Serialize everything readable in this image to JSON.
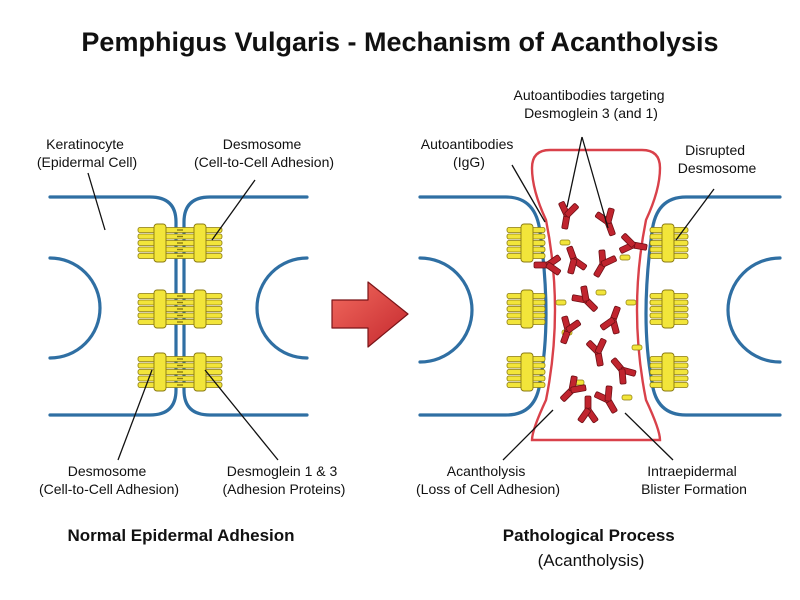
{
  "title": "Pemphigus Vulgaris - Mechanism of Acantholysis",
  "normal": {
    "keratinocyte": [
      "Keratinocyte",
      "(Epidermal Cell)"
    ],
    "desmosome_top": [
      "Desmosome",
      "(Cell-to-Cell Adhesion)"
    ],
    "desmosome_bottom": [
      "Desmosome",
      "(Cell-to-Cell Adhesion)"
    ],
    "desmoglein": [
      "Desmoglein 1 & 3",
      "(Adhesion Proteins)"
    ],
    "caption": "Normal Epidermal Adhesion"
  },
  "pathological": {
    "autoantibodies_targeting": [
      "Autoantibodies targeting",
      "Desmoglein 3 (and 1)"
    ],
    "autoantibodies": [
      "Autoantibodies",
      "(IgG)"
    ],
    "disrupted": [
      "Disrupted",
      "Desmosome"
    ],
    "acantholysis": [
      "Acantholysis",
      "(Loss of Cell Adhesion)"
    ],
    "blister": [
      "Intraepidermal",
      "Blister Formation"
    ],
    "caption": [
      "Pathological Process",
      "(Acantholysis)"
    ]
  },
  "colors": {
    "membrane": "#2f6fa3",
    "desmosome": "#f2e53a",
    "desmosome_outline": "#8a7a10",
    "antibody": "#c0242e",
    "blister": "#d9414a",
    "arrow": "#e0393d"
  }
}
